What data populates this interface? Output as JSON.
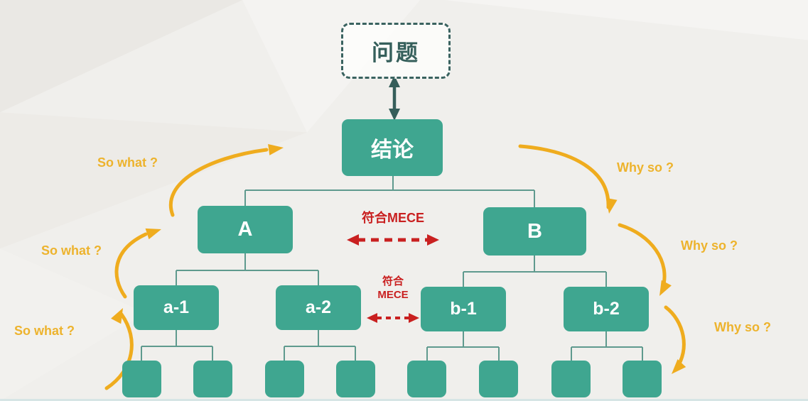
{
  "diagram": {
    "problem": "问题",
    "conclusion": "结论",
    "level2": [
      "A",
      "B"
    ],
    "level3": [
      "a-1",
      "a-2",
      "b-1",
      "b-2"
    ],
    "leaf_count": 8,
    "mece_top": "符合MECE",
    "mece_mid_line1": "符合",
    "mece_mid_line2": "MECE",
    "so_what": [
      "So what ?",
      "So what ?",
      "So what ?"
    ],
    "why_so": [
      "Why so ?",
      "Why so ?",
      "Why so ?"
    ]
  },
  "colors": {
    "node_teal": "#3fa690",
    "dark_teal": "#355f5b",
    "connector": "#5f9a8e",
    "arrow_yellow": "#efac1e",
    "label_yellow": "#edb32d",
    "mece_red": "#c92020",
    "background": "#f0efec"
  }
}
